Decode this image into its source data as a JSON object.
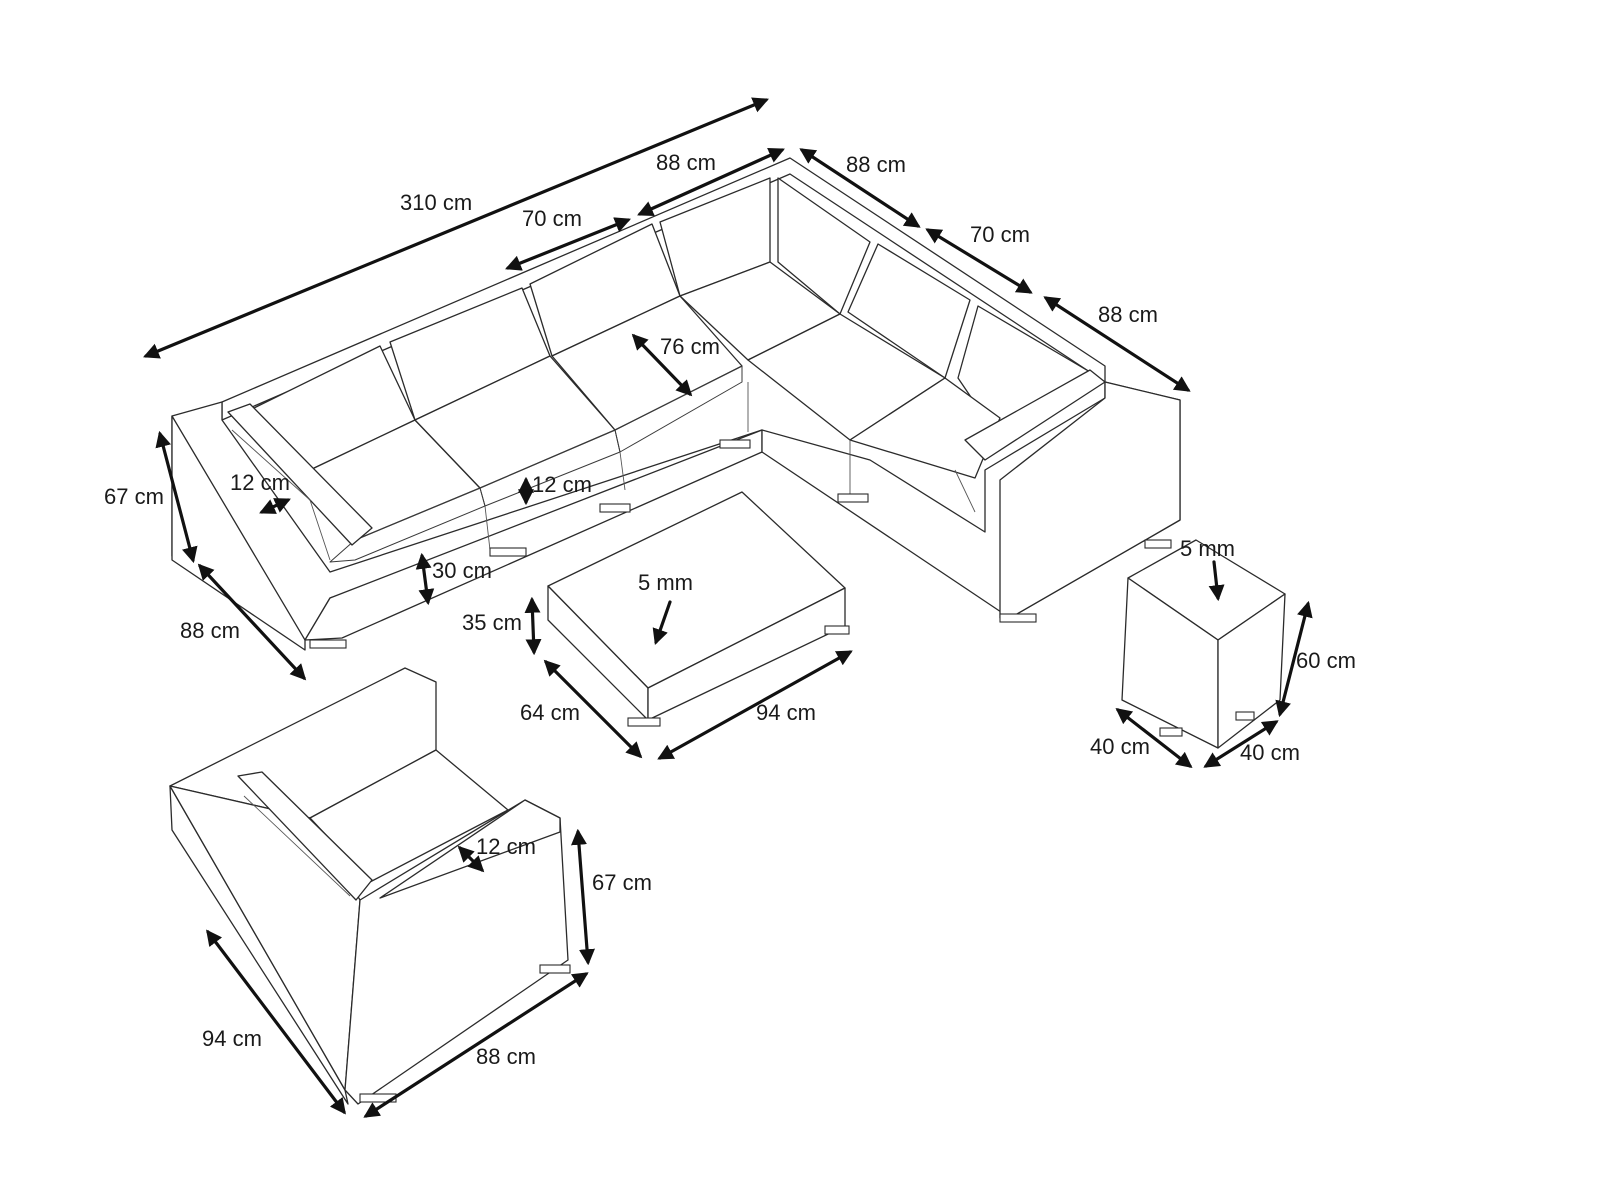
{
  "diagram": {
    "colors": {
      "line": "#2b2b2b",
      "arrow": "#111111",
      "text": "#1a1a1a",
      "background": "#ffffff"
    },
    "dimensions": {
      "total_width": "310 cm",
      "corner_left_width": "88 cm",
      "corner_right_width": "88 cm",
      "middle_seat_width": "70 cm",
      "right_middle_seat_width": "70 cm",
      "right_end_width": "88 cm",
      "seat_depth": "76 cm",
      "sofa_height": "67 cm",
      "armrest_width": "12 cm",
      "cushion_thickness": "12 cm",
      "seat_height": "30 cm",
      "sofa_depth": "88 cm",
      "table_top_thickness": "5 mm",
      "table_height": "35 cm",
      "table_depth": "64 cm",
      "table_length": "94 cm",
      "stool_top_thickness": "5 mm",
      "stool_height": "60 cm",
      "stool_depth": "40 cm",
      "stool_width": "40 cm",
      "chair_armrest_width": "12 cm",
      "chair_height": "67 cm",
      "chair_depth": "94 cm",
      "chair_width": "88 cm"
    }
  }
}
